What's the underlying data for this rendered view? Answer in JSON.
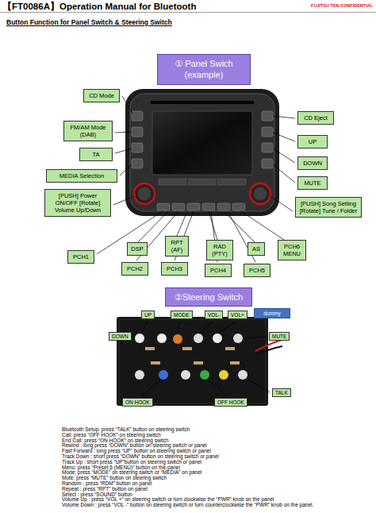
{
  "diagram": {
    "title": "【FT0086A】Operation Manual for Bluetooth",
    "nodes": [
      {
        "text": [
          "① Panel Swich (example)"
        ]
      },
      {
        "text": [
          "CD Mode"
        ]
      },
      {
        "text": [
          "CD Eject"
        ]
      },
      {
        "text": [
          "FM/AM Mode (DAB)"
        ]
      },
      {
        "text": [
          "UP"
        ]
      },
      {
        "text": [
          "TA"
        ]
      },
      {
        "text": [
          "DOWN"
        ]
      },
      {
        "text": [
          "MEDIA Selection"
        ]
      },
      {
        "text": [
          "MUTE"
        ]
      },
      {
        "text": [
          "[PUSH] Power ON/OFF [Rotate] Volume Up/Down"
        ]
      },
      {
        "text": [
          "[PUSH] Song Setting [Rotate] Tune / Folder"
        ]
      },
      {
        "text": [
          "DSP"
        ]
      },
      {
        "text": [
          "RPT (AF)"
        ]
      },
      {
        "text": [
          "RAD (PTY)"
        ]
      },
      {
        "text": [
          "AS"
        ]
      },
      {
        "text": [
          "PCH6 MENU"
        ]
      },
      {
        "text": [
          "PCH1"
        ]
      },
      {
        "text": [
          "PCH2"
        ]
      },
      {
        "text": [
          "PCH3"
        ]
      },
      {
        "text": [
          "PCH4"
        ]
      },
      {
        "text": [
          "PCH5"
        ]
      },
      {
        "text": [
          "②Steering Switch"
        ]
      },
      {
        "text": [
          "UP"
        ]
      },
      {
        "text": [
          "MODE"
        ]
      },
      {
        "text": [
          "VOL-"
        ]
      },
      {
        "text": [
          "VOL+"
        ]
      },
      {
        "text": [
          "dummy"
        ]
      },
      {
        "text": [
          "DOWN"
        ]
      },
      {
        "text": [
          "MUTE"
        ]
      },
      {
        "text": [
          "TALK"
        ]
      },
      {
        "text": [
          "ON HOOK"
        ]
      },
      {
        "text": [
          "OFF HOOK"
        ]
      }
    ],
    "labels": [
      "FUJITSU TEN CONFIDENTIAL",
      "Button Function for Panel Switch & Steering Switch",
      "Bluetooth Setup: press “TALK” button on steering switch",
      "Call: press “OFF HOOK” on steering switch",
      "End Call: press “ON HOOK” on steering switch",
      "Rewind : long press “DOWN” button on steering switch or panel",
      "Fast Forward : long press “UP” button on steering switch or panel",
      "Track Down : short press “DOWN” button on steering switch or panel",
      "Track Up : short press “UP”button on steering switch or panel",
      "Menu: press “Preset 6 (MENU)” button on the panel",
      "Mode: press “MODE” on steering switch or “MEDIA” on panel",
      "Mute: press “MUTE” button on steering switch",
      "Random : press “RDM” button on panel",
      "Repeat : press “RPT” button on panel",
      "Select : press “SOUND” button",
      "Volume Up : press “VOL +” on steering switch or turn clockwise the “PWR” knob on the panel",
      "Volume Down : press “VOL -” button on steering switch or turn counterclockwise the “PWR” knob on the panel."
    ]
  }
}
